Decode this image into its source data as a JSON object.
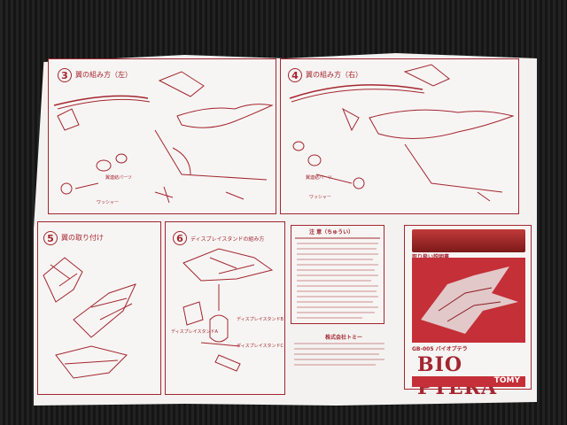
{
  "panels": [
    {
      "number": "3",
      "title": "翼の組み方（左）"
    },
    {
      "number": "4",
      "title": "翼の組み方（右）"
    },
    {
      "number": "5",
      "title": "翼の取り付け"
    },
    {
      "number": "6",
      "title": "ディスプレイスタンドの組み方"
    }
  ],
  "labels": {
    "stand_a": "ディスプレイスタンドA",
    "stand_b": "ディスプレイスタンドB",
    "stand_c": "ディスプレイスタンドC",
    "washer": "ワッシャー",
    "parts": "翼連結パーツ"
  },
  "caution": {
    "title": "注 意（ちゅうい）"
  },
  "company": "株式会社トミー",
  "cover": {
    "subtitle": "取り扱い説明書",
    "model": "GB-005 バイオプテラ",
    "name": "BIO PTERA",
    "brand": "TOMY"
  },
  "colors": {
    "ink": "#a32630",
    "cover_red": "#c42f38",
    "paper": "#f4f2f0"
  }
}
